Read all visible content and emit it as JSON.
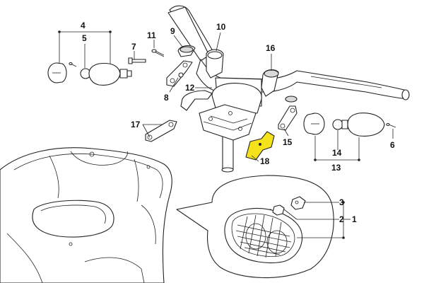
{
  "callouts": [
    {
      "id": "c1",
      "label": "1"
    },
    {
      "id": "c2",
      "label": "2"
    },
    {
      "id": "c3",
      "label": "3"
    },
    {
      "id": "c4",
      "label": "4"
    },
    {
      "id": "c5",
      "label": "5"
    },
    {
      "id": "c6",
      "label": "6"
    },
    {
      "id": "c7",
      "label": "7"
    },
    {
      "id": "c8",
      "label": "8"
    },
    {
      "id": "c9",
      "label": "9"
    },
    {
      "id": "c10",
      "label": "10"
    },
    {
      "id": "c11",
      "label": "11"
    },
    {
      "id": "c12",
      "label": "12"
    },
    {
      "id": "c13",
      "label": "13"
    },
    {
      "id": "c14",
      "label": "14"
    },
    {
      "id": "c15",
      "label": "15"
    },
    {
      "id": "c16",
      "label": "16"
    },
    {
      "id": "c17",
      "label": "17"
    },
    {
      "id": "c18",
      "label": "18"
    }
  ],
  "colors": {
    "highlight": "#f5e21a",
    "line": "#222222",
    "background": "#ffffff"
  }
}
